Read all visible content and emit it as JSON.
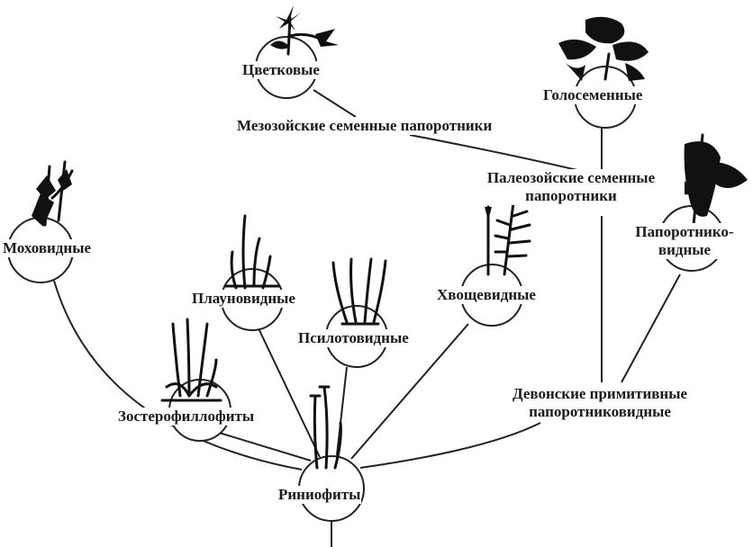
{
  "labels": {
    "flowering": "Цветковые",
    "gymnosperms": "Голосеменные",
    "mesozoic": "Мезозойские семенные папоротники",
    "paleozoic_line1": "Палеозойские семенные",
    "paleozoic_line2": "папоротники",
    "ferns_line1": "Папоротнико-",
    "ferns_line2": "видные",
    "mosses": "Моховидные",
    "lycopods": "Плауновидные",
    "horsetails": "Хвощевидные",
    "psilotes": "Псилотовидные",
    "zosterophyllophytes": "Зостерофиллофиты",
    "devonian_line1": "Девонские примитивные",
    "devonian_line2": "папоротниковидные",
    "rhyniophytes": "Риниофиты"
  }
}
